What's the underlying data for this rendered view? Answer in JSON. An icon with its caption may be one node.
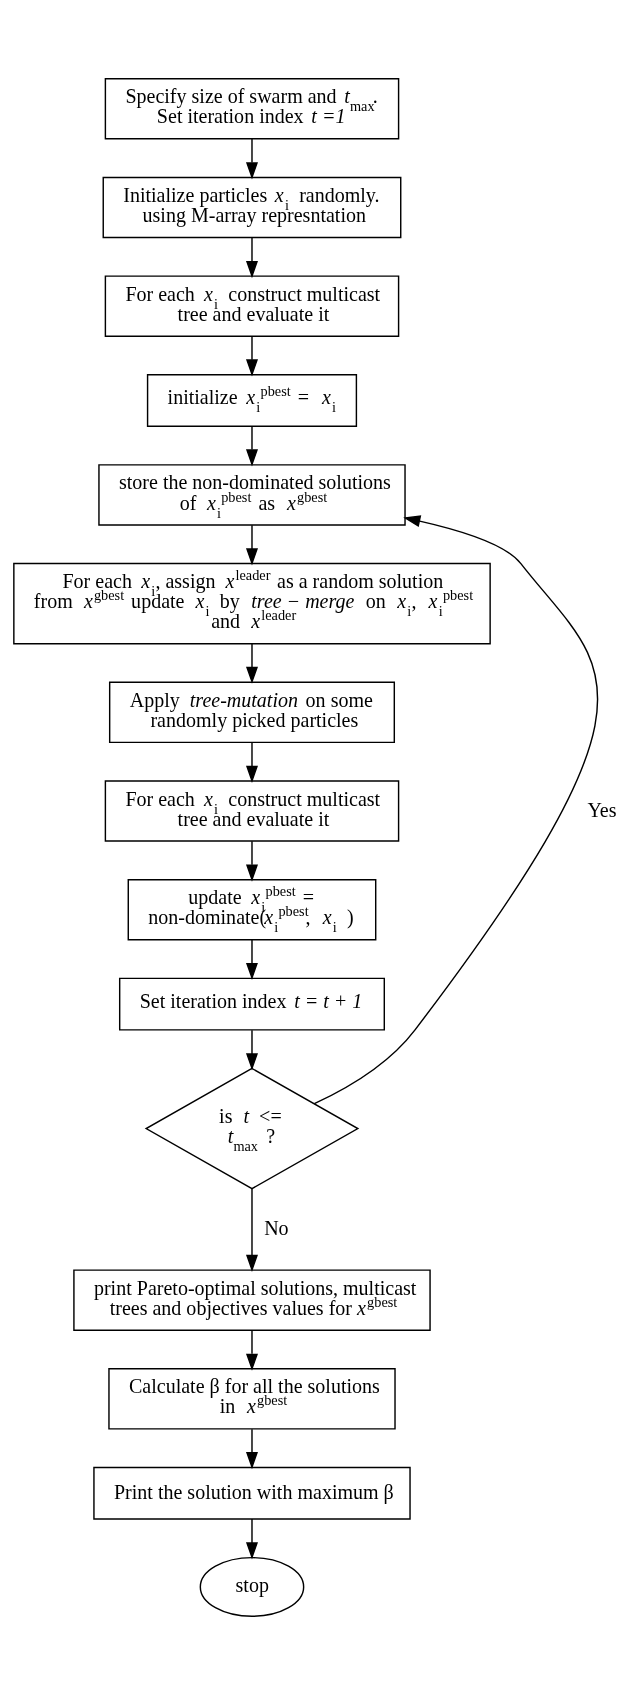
{
  "diagram": {
    "nodes": [
      {
        "text": [
          "Specify size of swarm and *t*$_{max}$. Set iteration index *t =1*"
        ]
      },
      {
        "text": [
          "Initialize particles *x*$_{i}$ randomly. using M-array represntation"
        ]
      },
      {
        "text": [
          "For each *x*$_{i}$ construct multicast tree and evaluate it"
        ]
      },
      {
        "text": [
          "initialize *x*$_{i}$$^{pbest}$ = *x*$_{i}$"
        ]
      },
      {
        "text": [
          "store the non-dominated solutions of *x*$_{i}$$^{pbest}$ as *x*$^{gbest}$"
        ]
      },
      {
        "text": [
          "For each *x*$_{i}$, assign *x*$^{leader}$ as a random solution from *x*$^{gbest}$ update *x*$_{i}$ by *tree − merge* on *x*$_{i}$, *x*$_{i}$$^{pbest}$ and *x*$^{leader}$"
        ]
      },
      {
        "text": [
          "Apply *tree-mutation* on some randomly picked particles"
        ]
      },
      {
        "text": [
          "For each *x*$_{i}$ construct multicast tree and evaluate it"
        ]
      },
      {
        "text": [
          "update *x*$_{i}$$^{pbest}$ = non-dominate(*x*$_{i}$$^{pbest}$, *x*$_{i}$ )"
        ]
      },
      {
        "text": [
          "Set iteration index *t = t + 1*"
        ]
      },
      {
        "text": [
          "is *t* <= *t*$_{max}$ ?"
        ]
      },
      {
        "text": [
          "print Pareto-optimal solutions, multicast trees and objectives values for *x*$^{gbest}$"
        ]
      },
      {
        "text": [
          "Calculate β for all the solutions in *x*$^{gbest}$"
        ]
      },
      {
        "text": [
          "Print the solution with maximum β"
        ]
      },
      {
        "text": [
          "stop"
        ]
      }
    ],
    "edges": [
      {
        "from": 0,
        "to": 1,
        "arrow": "to"
      },
      {
        "from": 1,
        "to": 2,
        "arrow": "to"
      },
      {
        "from": 2,
        "to": 3,
        "arrow": "to"
      },
      {
        "from": 3,
        "to": 4,
        "arrow": "to"
      },
      {
        "from": 4,
        "to": 5,
        "arrow": "to"
      },
      {
        "from": 5,
        "to": 6,
        "arrow": "to"
      },
      {
        "from": 6,
        "to": 7,
        "arrow": "to"
      },
      {
        "from": 7,
        "to": 8,
        "arrow": "to"
      },
      {
        "from": 8,
        "to": 9,
        "arrow": "to"
      },
      {
        "from": 9,
        "to": 10,
        "arrow": "to"
      },
      {
        "from": 10,
        "to": 4,
        "arrow": "to",
        "label": "Yes"
      },
      {
        "from": 10,
        "to": 11,
        "arrow": "to",
        "label": "No"
      },
      {
        "from": 11,
        "to": 12,
        "arrow": "to"
      },
      {
        "from": 12,
        "to": 13,
        "arrow": "to"
      },
      {
        "from": 13,
        "to": 14,
        "arrow": "to"
      }
    ]
  }
}
